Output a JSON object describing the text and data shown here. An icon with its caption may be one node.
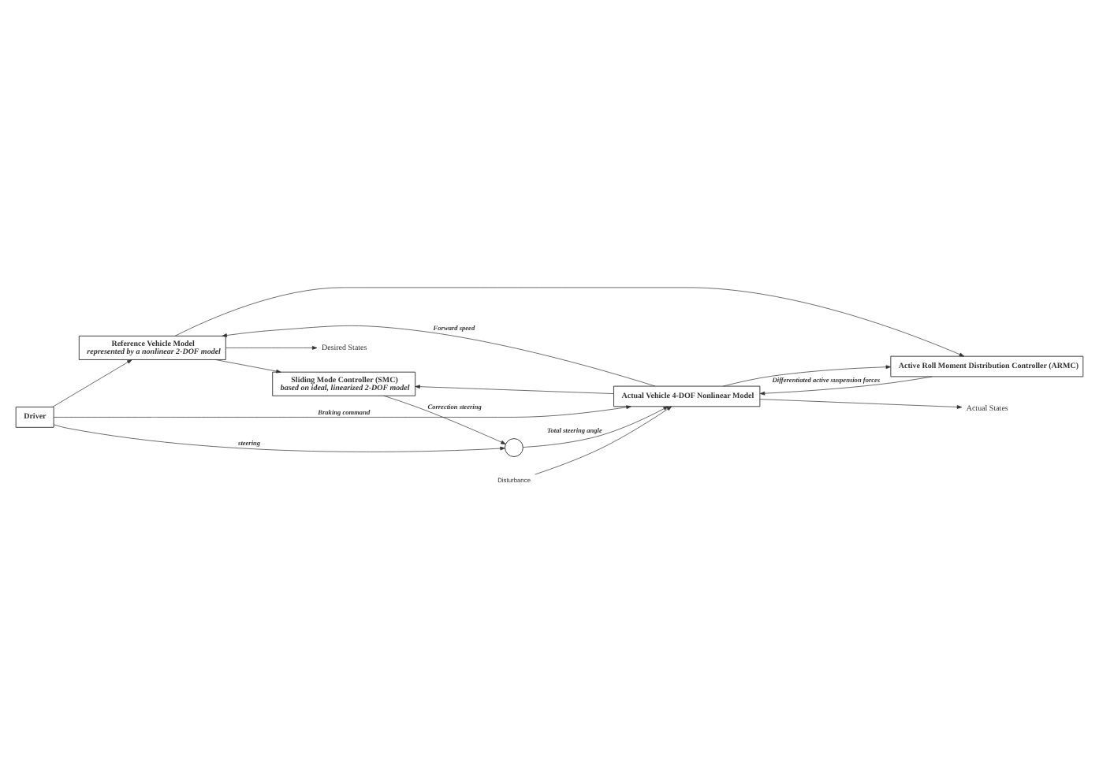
{
  "diagram": {
    "nodes": [
      {
        "text": [
          "Reference Vehicle Model",
          "represented by a nonlinear 2-DOF model"
        ]
      },
      {
        "text": [
          "Sliding Mode Controller (SMC)",
          "based on ideal, linearized 2-DOF model"
        ]
      },
      {
        "text": [
          "Driver"
        ]
      },
      {
        "text": [],
        "shape": "circle"
      },
      {
        "text": [
          "Actual Vehicle 4-DOF Nonlinear Model"
        ]
      },
      {
        "text": [
          "Active Roll Moment Distribution Controller (ARMC)"
        ]
      },
      {
        "text": [
          "Disturbance"
        ]
      },
      {
        "text": [
          "Desired States"
        ]
      },
      {
        "text": [
          "Actual States"
        ]
      }
    ],
    "edges": [
      {
        "from": 4,
        "to": 0,
        "arrow": "to",
        "label": "Forward speed"
      },
      {
        "from": 2,
        "to": 0,
        "arrow": "to"
      },
      {
        "from": 0,
        "to": 7,
        "arrow": "to"
      },
      {
        "from": 0,
        "to": 1,
        "arrow": "to"
      },
      {
        "from": 4,
        "to": 1,
        "arrow": "to"
      },
      {
        "from": 1,
        "to": 3,
        "arrow": "to",
        "label": "Correction steering"
      },
      {
        "from": 2,
        "to": 3,
        "arrow": "to",
        "label": "steering"
      },
      {
        "from": 3,
        "to": 4,
        "arrow": "to",
        "label": "Total steering angle"
      },
      {
        "from": 2,
        "to": 4,
        "arrow": "to",
        "label": "Braking command"
      },
      {
        "from": 5,
        "to": 4,
        "arrow": "to",
        "label": "Differentiated active suspension forces"
      },
      {
        "from": 6,
        "to": 4,
        "arrow": "to"
      },
      {
        "from": 4,
        "to": 8,
        "arrow": "to"
      },
      {
        "from": 4,
        "to": 5,
        "arrow": "to"
      },
      {
        "from": 0,
        "to": 5,
        "arrow": "to"
      }
    ]
  }
}
